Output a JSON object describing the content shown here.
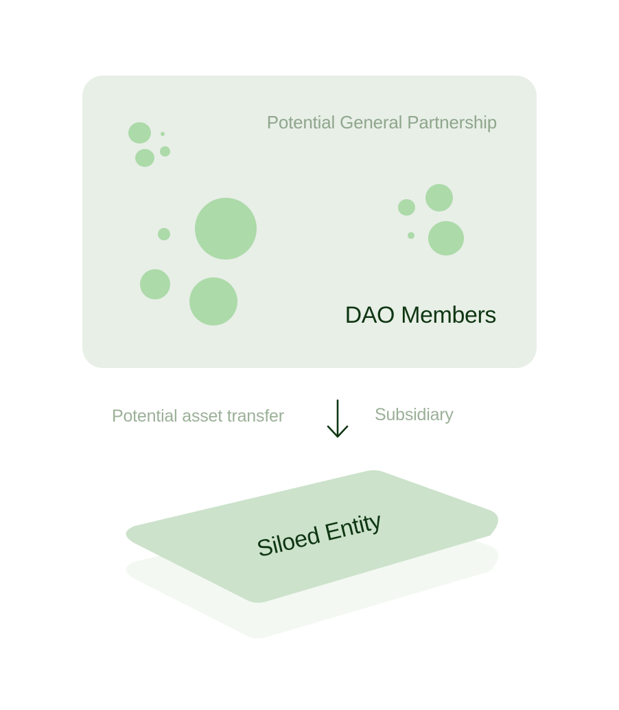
{
  "partnership_card": {
    "title": "Potential General Partnership",
    "members_label": "DAO Members"
  },
  "transfer": {
    "left_label": "Potential asset transfer",
    "right_label": "Subsidiary",
    "arrow_icon": "arrow-down-icon"
  },
  "entity": {
    "label": "Siloed Entity"
  },
  "colors": {
    "card_background": "#e8efe7",
    "member_dot": "#acdaa9",
    "entity_plane": "#cce2cb",
    "entity_shadow": "#f3f8f2",
    "dark_text": "#0f3613",
    "muted_text": "#8fa68d"
  }
}
